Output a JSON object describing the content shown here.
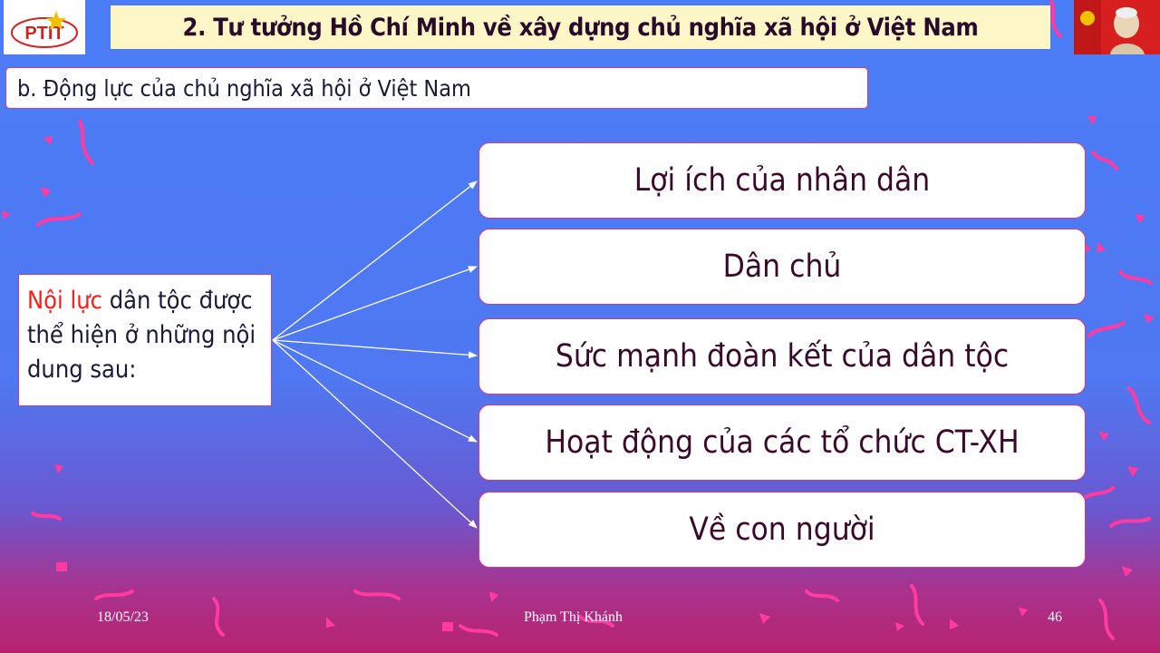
{
  "header": {
    "title": "2. Tư tưởng Hồ Chí Minh về xây dựng chủ nghĩa xã hội ở Việt Nam",
    "logo_text": "PTIT"
  },
  "section": {
    "subtitle": "b. Động lực của chủ nghĩa xã hội ở Việt Nam"
  },
  "diagram": {
    "source": {
      "highlight": "Nội lực",
      "text": " dân tộc được thể hiện ở những nội dung sau:",
      "highlight_color": "#ff1a1a"
    },
    "items": [
      {
        "label": "Lợi ích của nhân dân"
      },
      {
        "label": "Dân chủ"
      },
      {
        "label": "Sức mạnh đoàn kết của dân tộc"
      },
      {
        "label": "Hoạt động của các tổ chức CT-XH"
      },
      {
        "label": "Về con người"
      }
    ]
  },
  "footer": {
    "date": "18/05/23",
    "author": "Phạm Thị Khánh",
    "page": "46"
  },
  "colors": {
    "background_top": "#4a7cf6",
    "background_bottom": "#b8226f",
    "title_bg": "#fdf6c6",
    "border": "#d23a8a"
  }
}
